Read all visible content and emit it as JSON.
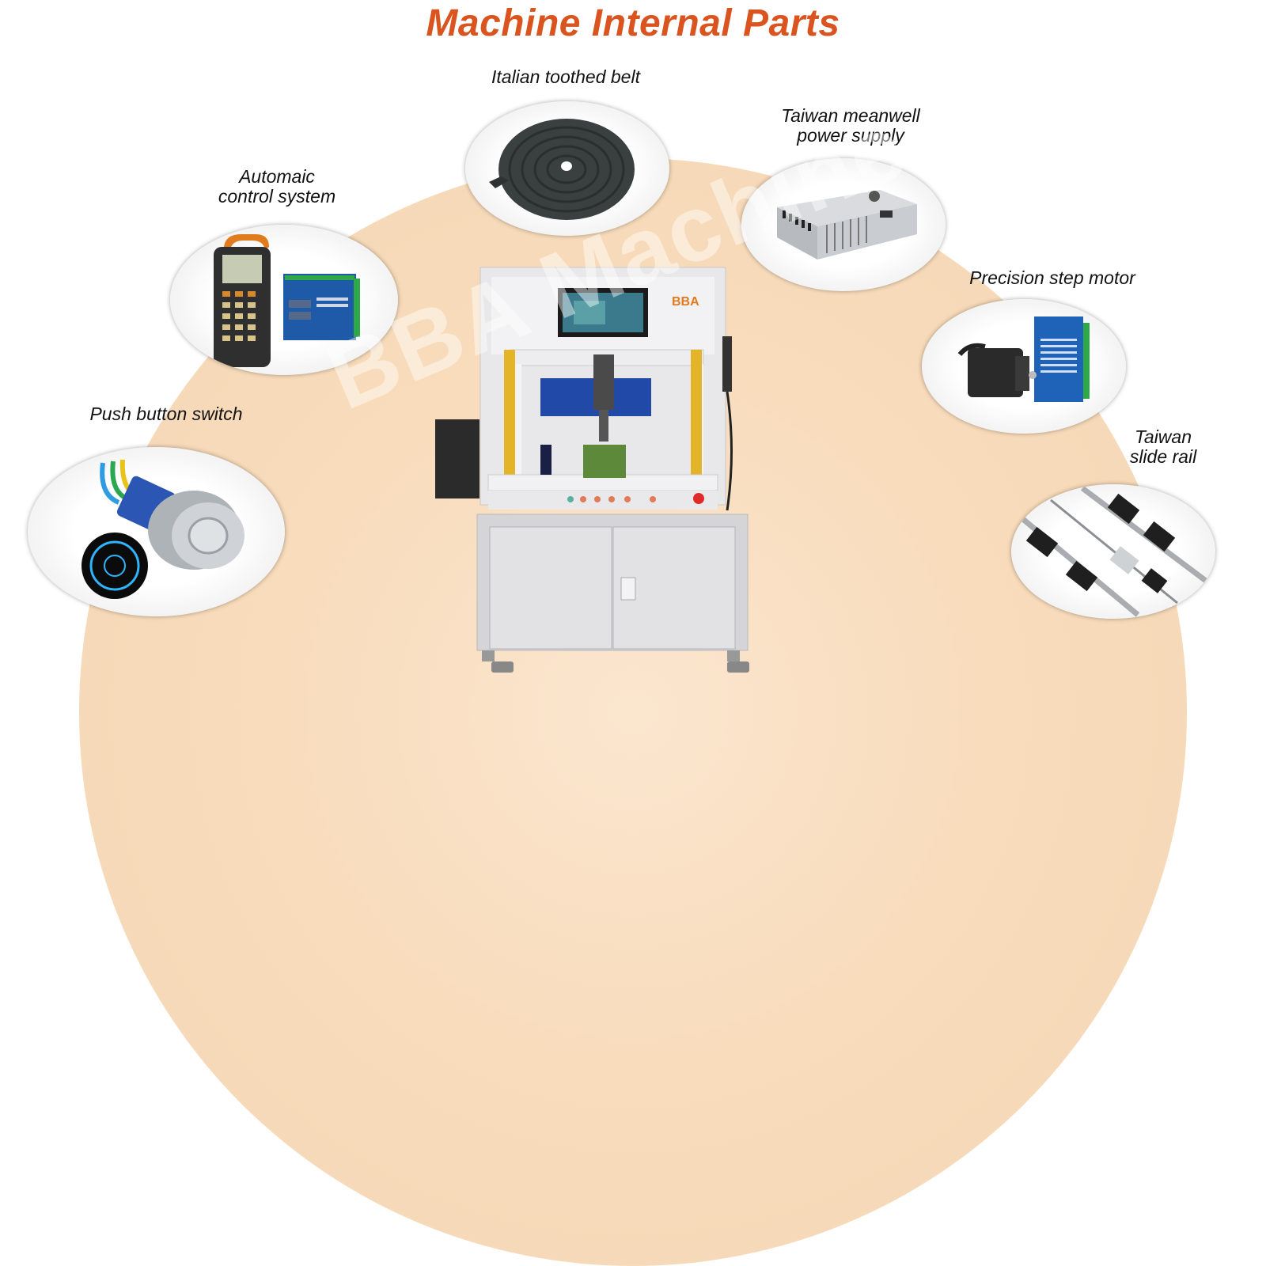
{
  "title": "Machine Internal Parts",
  "watermark": "BBA Machine",
  "parts": {
    "belt": "Italian toothed belt",
    "power_line1": "Taiwan meanwell",
    "power_line2": "power supply",
    "control_line1": "Automaic",
    "control_line2": "control system",
    "motor": "Precision step motor",
    "button": "Push button switch",
    "rail_line1": "Taiwan",
    "rail_line2": "slide rail"
  },
  "machine": {
    "brand": "BBA"
  },
  "colors": {
    "title": "#d9541f",
    "background_arc": "#f8dcbc",
    "accent_yellow": "#e3b427"
  }
}
